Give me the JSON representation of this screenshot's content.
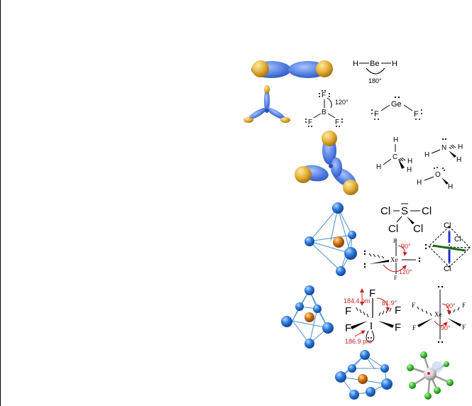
{
  "panels": {
    "beh2": {
      "atoms": [
        "H",
        "Be",
        "H"
      ],
      "angle": "180°"
    },
    "bf3": {
      "atoms": [
        "F",
        "B",
        "F",
        "F"
      ],
      "angle": "120°"
    },
    "gef2": {
      "atoms": [
        "F",
        "Ge",
        "F"
      ]
    },
    "ch4": {
      "atoms": [
        "H",
        "C",
        "H",
        "H",
        "H"
      ]
    },
    "nh3": {
      "atoms": [
        "H",
        "N",
        "H",
        "H"
      ]
    },
    "h2o": {
      "atoms": [
        "H",
        "O",
        "H"
      ]
    },
    "scl4": {
      "atoms": [
        "Cl",
        "S",
        "Cl",
        "Cl",
        "Cl"
      ]
    },
    "xef4": {
      "center": "Xe",
      "atoms": [
        "F",
        "F"
      ],
      "angle_90": "90°",
      "angle_120": "120°"
    },
    "sbcl5": {
      "atoms": [
        "Cl",
        "Cl",
        "Cl"
      ]
    },
    "if5": {
      "center": "I",
      "atoms": [
        "F",
        "F",
        "F",
        "F",
        "F"
      ],
      "dist_top": "184.4 pm",
      "dist_bottom": "186.9 pm",
      "angle": "81.9°"
    },
    "xef6": {
      "center": "Xe",
      "atoms": [
        "F",
        "F",
        "F",
        "F"
      ],
      "angle_a": "90°",
      "angle_b": "90°"
    }
  },
  "colors": {
    "lobe_blue": "#4f7be0",
    "lobe_gold": "#e2ae32",
    "sphere_blue": "#1f6fd0",
    "sphere_orange": "#c8620e",
    "annotation_red": "#cc1f1f",
    "cl_green": "#33b82a"
  }
}
